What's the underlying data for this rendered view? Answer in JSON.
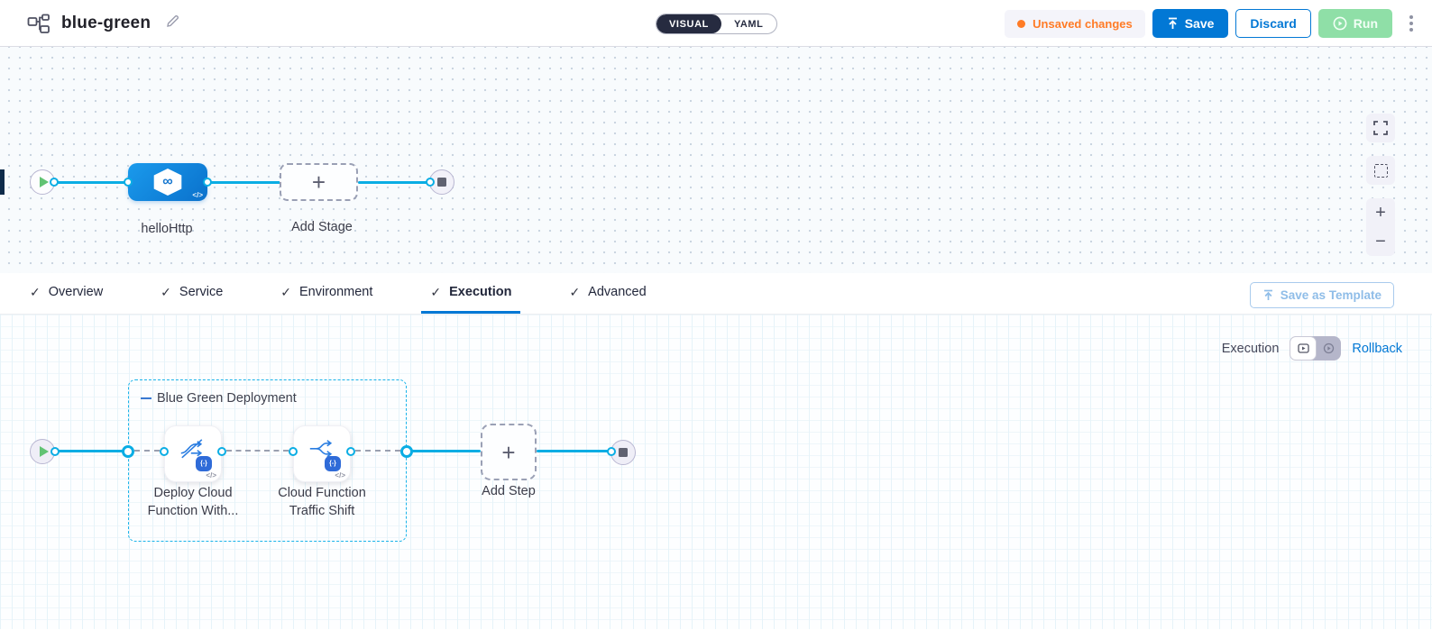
{
  "header": {
    "title": "blue-green",
    "mode_visual": "VISUAL",
    "mode_yaml": "YAML",
    "unsaved_label": "Unsaved changes",
    "save_label": "Save",
    "discard_label": "Discard",
    "run_label": "Run"
  },
  "stage_canvas": {
    "stage_label": "helloHttp",
    "add_stage_label": "Add Stage"
  },
  "tabs": {
    "items": [
      "Overview",
      "Service",
      "Environment",
      "Execution",
      "Advanced"
    ],
    "active": "Execution",
    "save_as_template_label": "Save as Template"
  },
  "execution_canvas": {
    "panel_label": "Execution",
    "rollback_label": "Rollback",
    "group_label": "Blue Green Deployment",
    "steps": [
      "Deploy Cloud Function With...",
      "Cloud Function Traffic Shift"
    ],
    "add_step_label": "Add Step"
  },
  "icons": {
    "check": "✓",
    "plus": "+",
    "zoom_in": "+",
    "zoom_out": "−",
    "infinity": "∞",
    "code": "</>",
    "badge_minus": "{-}"
  },
  "colors": {
    "accent_blue": "#0278d5",
    "connector_cyan": "#0aade4",
    "unsaved_orange": "#ff7b26",
    "run_green": "#8fdfa7",
    "toggle_dark": "#262b40"
  }
}
